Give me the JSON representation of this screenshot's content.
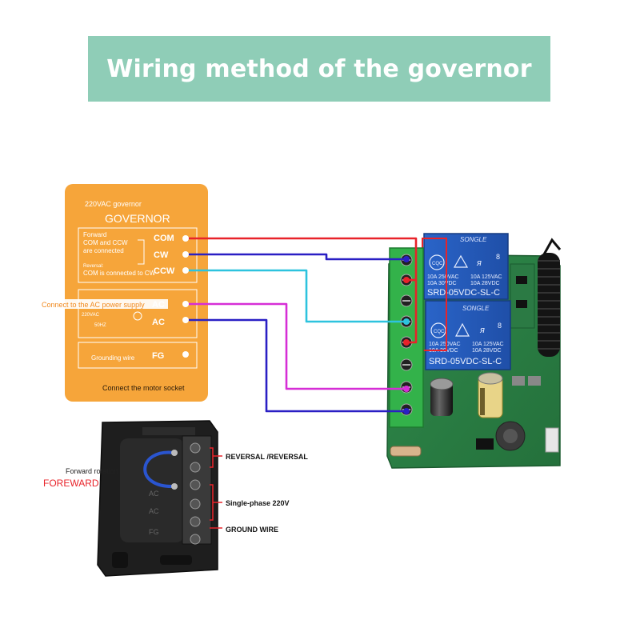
{
  "banner": {
    "title": "Wiring method of the governor"
  },
  "governor": {
    "header_small": "220VAC governor",
    "header": "GOVERNOR",
    "forward_note_1": "Forward",
    "forward_note_2": "COM and CCW",
    "forward_note_3": "are connected",
    "reversal_note_1": "Reversal:",
    "reversal_note_2": "COM is connected to CW",
    "terminals": [
      "COM",
      "CW",
      "CCW",
      "AC",
      "AC",
      "FG"
    ],
    "power_note": "Connect to the AC power supply",
    "voltage": "220VAC",
    "frequency": "50HZ",
    "grounding": "Grounding wire",
    "motor_socket": "Connect the motor socket"
  },
  "relay": {
    "brand": "SONGLE",
    "model": "SRD-05VDC-SL-C",
    "rating_1": "10A 250VAC",
    "rating_2": "10A 30VDC",
    "rating_3": "10A 125VAC",
    "rating_4": "10A 28VDC",
    "cert": "CQC"
  },
  "motor": {
    "forward_rotation": "Forward rotation",
    "forward_red": "FOREWARD",
    "reversal": "REVERSAL /REVERSAL",
    "single_phase": "Single-phase 220V",
    "ground_wire": "GROUND WIRE"
  },
  "colors": {
    "banner": "#8fcdb7",
    "governor_panel": "#f6a53a",
    "wire_red": "#e8232a",
    "wire_blue": "#2a1fc4",
    "wire_cyan": "#2dc3de",
    "wire_magenta": "#d62ed6",
    "pcb_green": "#2f8a4b",
    "relay_blue": "#2a64c8"
  }
}
